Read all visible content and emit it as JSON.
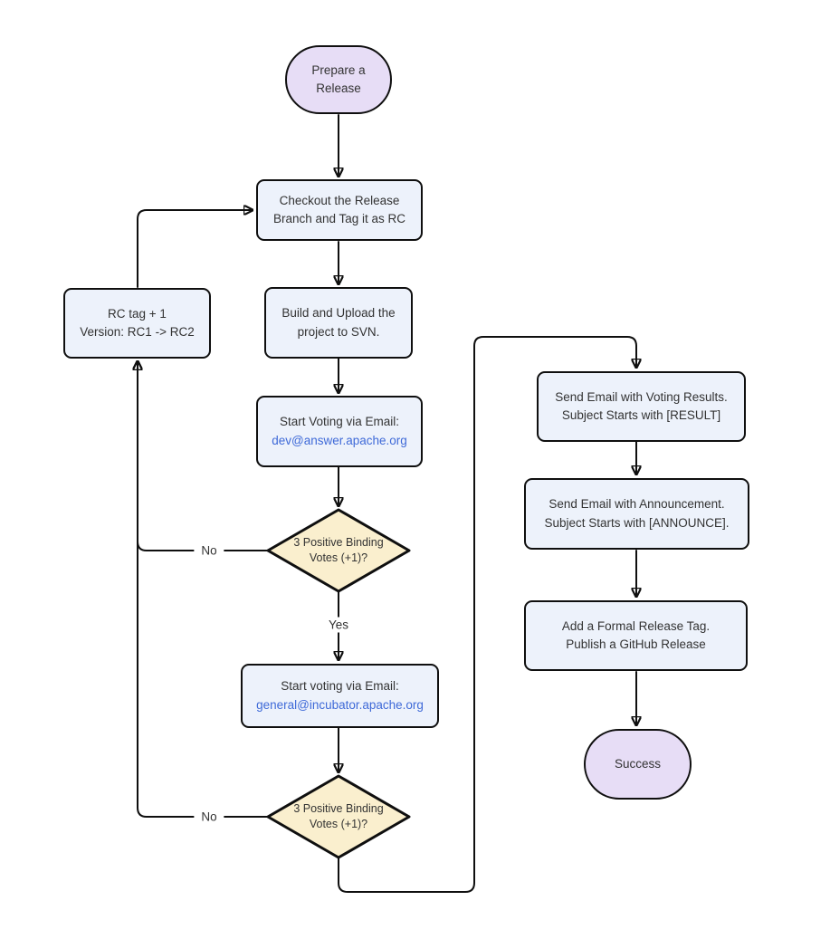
{
  "diagram": {
    "nodes": {
      "start": {
        "label": "Prepare a Release"
      },
      "checkout": {
        "label": "Checkout the Release Branch and Tag it as RC"
      },
      "build": {
        "label": "Build and Upload the project to SVN."
      },
      "vote_dev": {
        "label": "Start Voting via Email:",
        "email": "dev@answer.apache.org"
      },
      "decision_dev": {
        "label": "3 Positive Binding Votes (+1)?"
      },
      "vote_general": {
        "label": "Start voting via Email:",
        "email": "general@incubator.apache.org"
      },
      "decision_general": {
        "label": "3 Positive Binding Votes (+1)?"
      },
      "rc_bump": {
        "line1": "RC tag + 1",
        "line2": "Version: RC1 -> RC2"
      },
      "results": {
        "line1": "Send Email with Voting Results.",
        "line2": "Subject Starts with [RESULT]"
      },
      "announce": {
        "line1": "Send Email with Announcement.",
        "line2": "Subject Starts with [ANNOUNCE]."
      },
      "github_release": {
        "line1": "Add a Formal Release Tag.",
        "line2": "Publish a GitHub Release"
      },
      "success": {
        "label": "Success"
      }
    },
    "edge_labels": {
      "yes": "Yes",
      "no_first": "No",
      "no_second": "No"
    },
    "colors": {
      "terminal_fill": "#e7ddf6",
      "process_fill": "#edf2fb",
      "decision_fill": "#faefce",
      "stroke": "#0f0f0f",
      "text": "#333333",
      "link": "#3f6ad8",
      "background": "#ffffff"
    }
  }
}
